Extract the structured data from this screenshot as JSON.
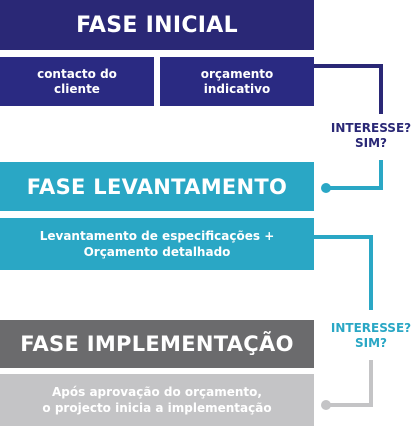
{
  "phases": [
    {
      "title": "FASE INICIAL",
      "steps": [
        "contacto do\ncliente",
        "orçamento\nindicativo"
      ],
      "color": "#2a2876"
    },
    {
      "title": "FASE LEVANTAMENTO",
      "steps": [
        "Levantamento de especificações +\nOrçamento detalhado"
      ],
      "color": "#2aa7c5"
    },
    {
      "title": "FASE IMPLEMENTAÇÃO",
      "steps": [
        "Após aprovação do orçamento,\no projecto inicia a implementação"
      ],
      "color": "#6b6b6d",
      "step_color": "#c4c4c6"
    }
  ],
  "transitions": [
    {
      "question": "INTERESSE?\nSIM?",
      "color": "#2a2876"
    },
    {
      "question": "INTERESSE?\nSIM?",
      "color": "#2aa7c5"
    }
  ],
  "connector_end_color": "#c4c4c6"
}
